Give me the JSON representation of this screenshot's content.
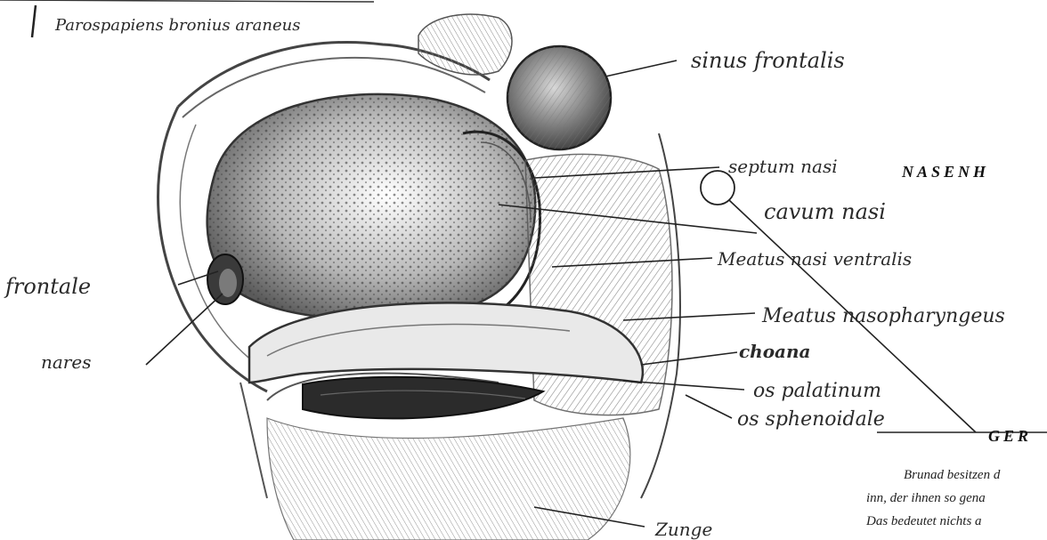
{
  "sketch": {
    "caption": "Parospapiens bronius araneus"
  },
  "labels": {
    "sinus_frontalis": "sinus frontalis",
    "septum_nasi": "septum nasi",
    "cavum_nasi": "cavum nasi",
    "meatus_nasi_ventralis": "Meatus nasi ventralis",
    "meatus_nasopharyngeus": "Meatus nasopharyngeus",
    "choana": "choana",
    "os_palatinum": "os palatinum",
    "os_sphenoidale": "os sphenoidale",
    "frontale": "frontale",
    "nares": "nares",
    "zunge": "Zunge"
  },
  "headings": {
    "nasenh": "NASENH",
    "ger": "GER"
  },
  "text": {
    "line1": "Brunad besitzen d",
    "line2": "inn, der ihnen so gena",
    "line3": "Das bedeutet nichts a"
  },
  "colors": {
    "ink": "#2a2a2a",
    "pencil": "#555555",
    "paper": "#ffffff"
  }
}
